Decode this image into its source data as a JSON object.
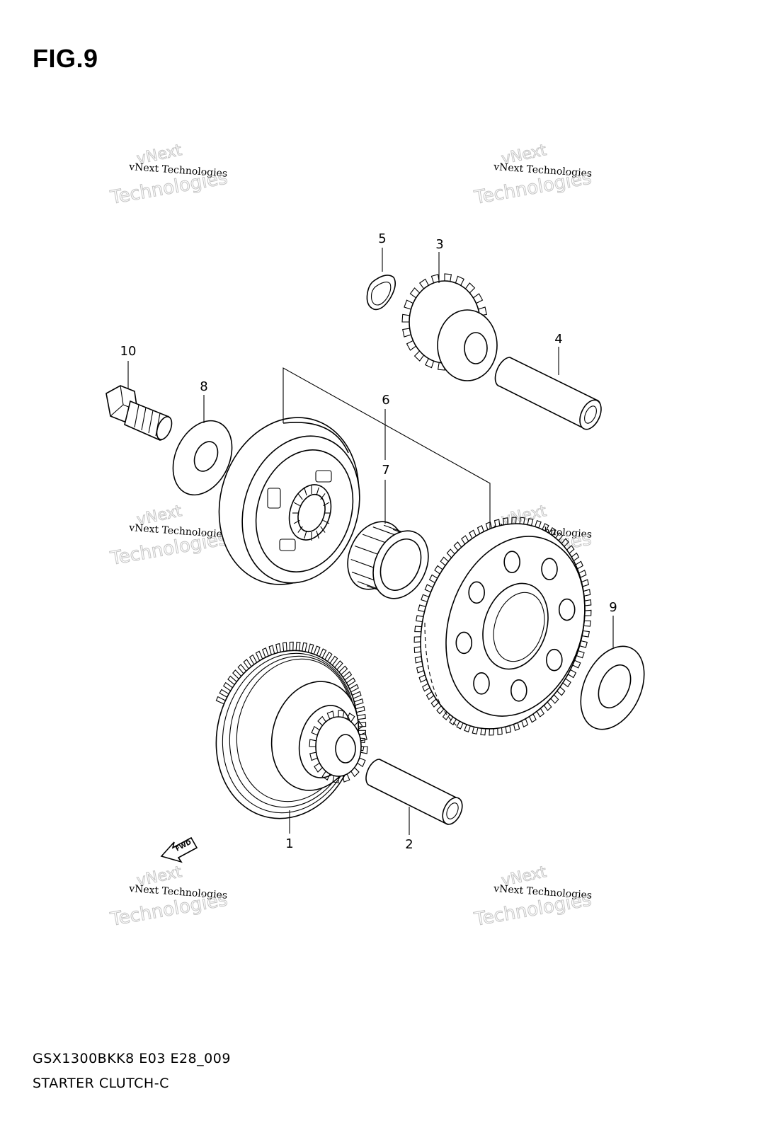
{
  "figure_title": "FIG.9",
  "footer": {
    "model_code": "GSX1300BKK8 E03 E28_009",
    "section_name": "STARTER CLUTCH-C"
  },
  "callouts": [
    {
      "number": "1"
    },
    {
      "number": "2"
    },
    {
      "number": "3"
    },
    {
      "number": "4"
    },
    {
      "number": "5"
    },
    {
      "number": "6"
    },
    {
      "number": "7"
    },
    {
      "number": "8"
    },
    {
      "number": "9"
    },
    {
      "number": "10"
    }
  ],
  "watermark": {
    "line_top": "vNext",
    "line_small": "vNext Technologies",
    "line_big": "Technologies"
  },
  "fwd_label": "FWD"
}
